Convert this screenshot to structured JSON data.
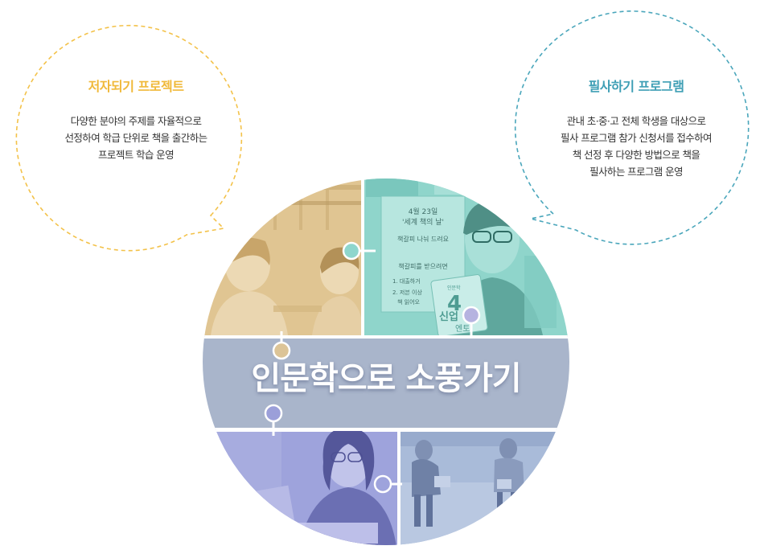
{
  "left_bubble": {
    "title": "저자되기 프로젝트",
    "lines": [
      "다양한 분야의 주제를 자율적으로",
      "선정하여 학급 단위로 책을 출간하는",
      "프로젝트 학습 운영"
    ],
    "color": "#f3c24a"
  },
  "right_bubble": {
    "title": "필사하기 프로그램",
    "lines": [
      "관내 초·중·고 전체 학생을 대상으로",
      "필사 프로그램 참가 신청서를 접수하여",
      "책 선정 후 다양한 방법으로 책을",
      "필사하는 프로그램 운영"
    ],
    "color": "#4aa6bb"
  },
  "center": {
    "title": "인문학으로 소풍가기",
    "band_color": "#a9b5cb"
  },
  "photo_signs": {
    "line1": "4월 23일",
    "line2": "'세계 책의 날'",
    "line3": "책갈피 나눠 드려요",
    "line4": "책갈피를 받으려면",
    "item1": "1. 대출하거",
    "item2": "2. 저븐 이상",
    "item3": "책 읽어오",
    "poster_big": "4",
    "poster_mid": "신업",
    "poster_small": "인문학",
    "poster_bottom": "엔토"
  },
  "segment_colors": {
    "top_left": "#e0c592",
    "top_right": "#8fd5cb",
    "bottom_left": "#9ea3dc",
    "bottom_right": "#a9bbd9"
  },
  "connector_colors": {
    "teal": "#8ed6cd",
    "lavender": "#b6b3e0",
    "tan": "#dcc497",
    "purple": "#9b9fd9"
  }
}
